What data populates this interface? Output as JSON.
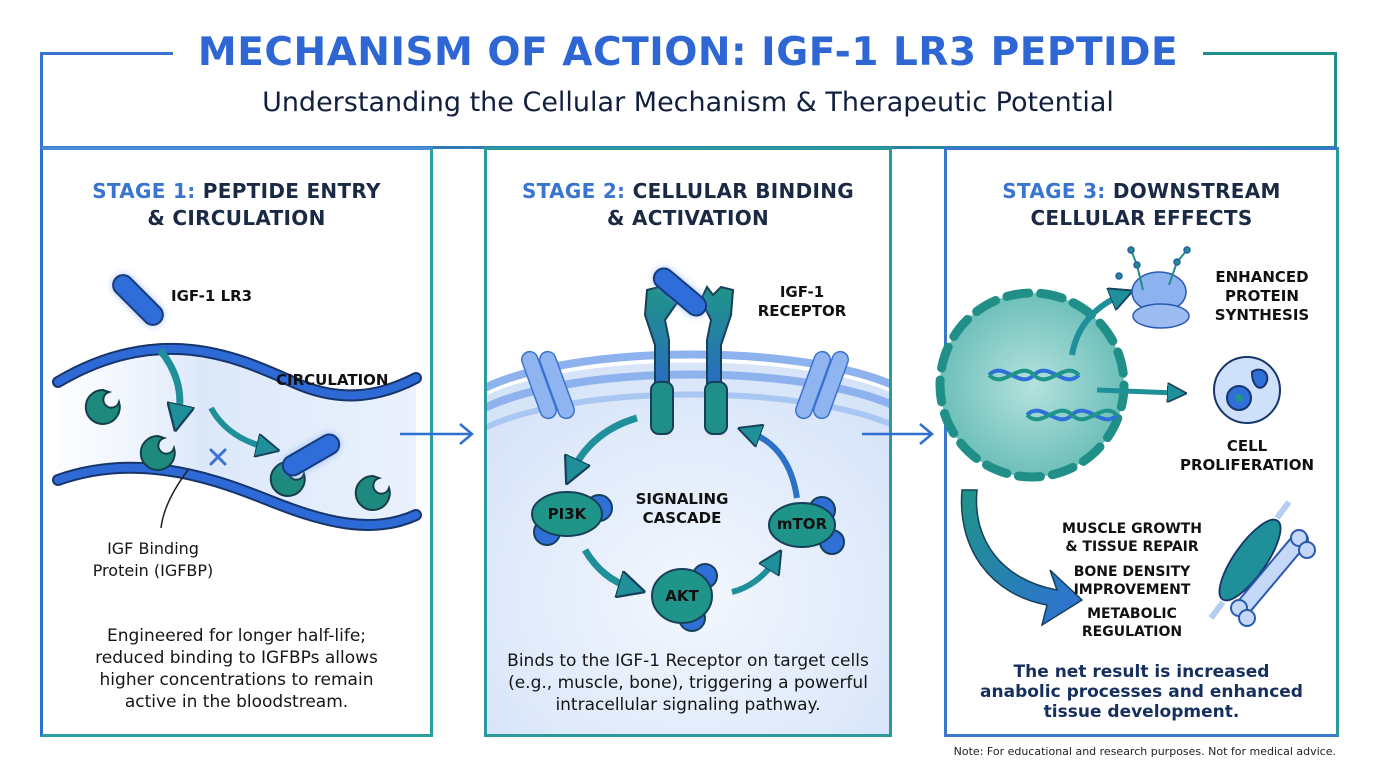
{
  "header": {
    "title": "MECHANISM OF ACTION: IGF-1 LR3 PEPTIDE",
    "subtitle": "Understanding the Cellular Mechanism & Therapeutic Potential"
  },
  "colors": {
    "title_blue": "#2e67d4",
    "teal": "#1f8f8c",
    "blue": "#2f6fd0",
    "dark_navy": "#15305e"
  },
  "stages": [
    {
      "number_label": "STAGE 1:",
      "title_line1": "PEPTIDE ENTRY",
      "title_line2": "& CIRCULATION",
      "labels": {
        "peptide": "IGF-1 LR3",
        "circulation": "CIRCULATION",
        "binding_protein_line1": "IGF Binding",
        "binding_protein_line2": "Protein (IGFBP)"
      },
      "description": "Engineered for longer half-life; reduced binding to IGFBPs allows higher concentrations to remain active in the bloodstream."
    },
    {
      "number_label": "STAGE 2:",
      "title_line1": "CELLULAR BINDING",
      "title_line2": "& ACTIVATION",
      "labels": {
        "receptor_line1": "IGF-1",
        "receptor_line2": "RECEPTOR",
        "cascade_line1": "SIGNALING",
        "cascade_line2": "CASCADE",
        "pi3k": "PI3K",
        "akt": "AKT",
        "mtor": "mTOR"
      },
      "description": "Binds to the IGF-1 Receptor on target cells (e.g., muscle, bone), triggering a powerful intracellular signaling pathway."
    },
    {
      "number_label": "STAGE 3:",
      "title_line1": "DOWNSTREAM",
      "title_line2": "CELLULAR EFFECTS",
      "labels": {
        "protein_line1": "ENHANCED",
        "protein_line2": "PROTEIN",
        "protein_line3": "SYNTHESIS",
        "cell_line1": "CELL",
        "cell_line2": "PROLIFERATION",
        "effect1_line1": "MUSCLE GROWTH",
        "effect1_line2": "& TISSUE REPAIR",
        "effect2_line1": "BONE DENSITY",
        "effect2_line2": "IMPROVEMENT",
        "effect3_line1": "METABOLIC",
        "effect3_line2": "REGULATION"
      },
      "description": "The net result is increased anabolic processes and enhanced tissue development."
    }
  ],
  "footer": {
    "note": "Note: For educational and research purposes. Not for medical advice."
  }
}
